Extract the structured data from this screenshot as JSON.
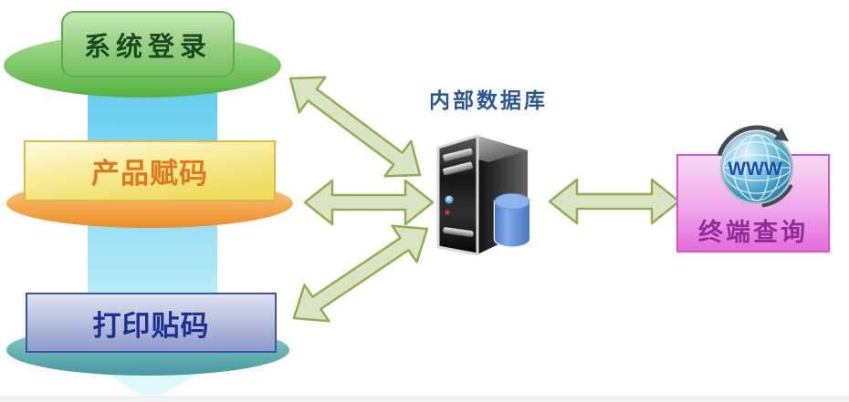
{
  "diagram": {
    "left_flow": [
      {
        "id": "login",
        "label": "系统登录"
      },
      {
        "id": "coding",
        "label": "产品赋码"
      },
      {
        "id": "print",
        "label": "打印贴码"
      }
    ],
    "database": {
      "label": "内部数据库"
    },
    "terminal": {
      "label": "终端查询",
      "globe_text": "WWW"
    },
    "colors": {
      "flow_arrow_blue": "#6fd0ef",
      "link_arrow_fill": "#d9e5c2",
      "link_arrow_stroke": "#91ad52",
      "login_node": "#8ccd77",
      "coding_node": "#f3e26a",
      "print_node": "#8c98c9",
      "terminal_panel": "#e26bd9",
      "login_text": "#1a4a1e",
      "coding_text": "#e2771d",
      "print_text": "#1d2f90",
      "database_text": "#2a5597",
      "terminal_text": "#8e2d96"
    }
  }
}
